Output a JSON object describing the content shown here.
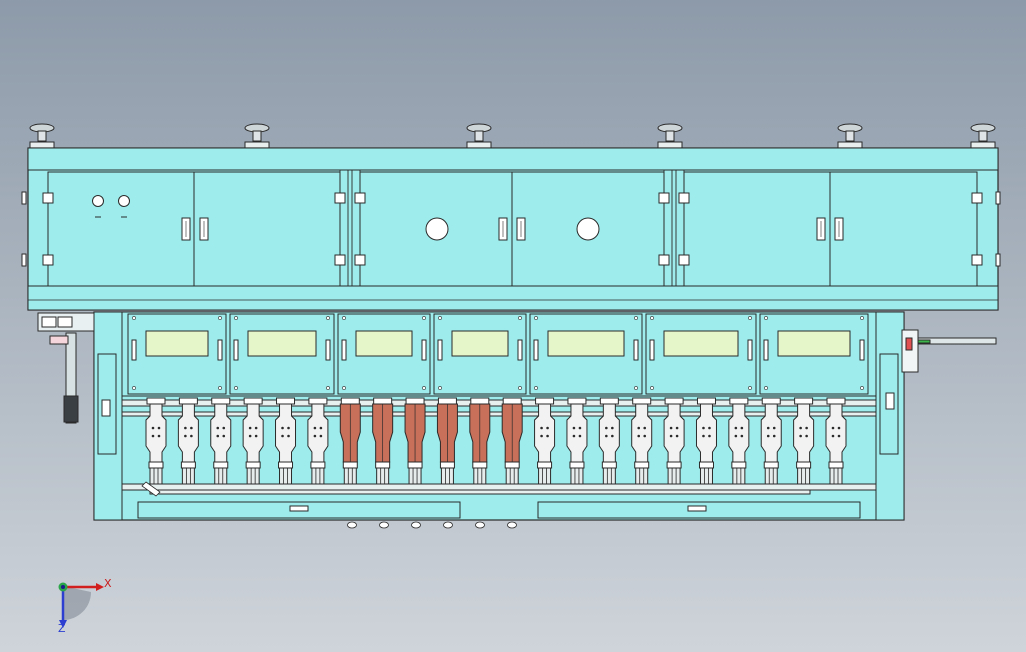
{
  "colors": {
    "frame": "#9fecec",
    "frame_dark": "#7fd6d6",
    "panel_window": "#e5f7c8",
    "clamp_white": "#f2f2f2",
    "clamp_copper": "#c9705a",
    "outline": "#2a2a2a",
    "axis_x": "#d11f1f",
    "axis_y": "#2ba64a",
    "axis_z": "#2c3fd0",
    "axis_origin": "#1c1c8a"
  },
  "triad": {
    "x_label": "X",
    "z_label": "Z"
  },
  "model": {
    "leveling_feet": 6,
    "upper_door_count": 6,
    "control_windows": 7,
    "clamps": [
      "white",
      "white",
      "white",
      "white",
      "white",
      "white",
      "copper",
      "copper",
      "copper",
      "copper",
      "copper",
      "copper",
      "white",
      "white",
      "white",
      "white",
      "white",
      "white",
      "white",
      "white",
      "white",
      "white"
    ]
  }
}
